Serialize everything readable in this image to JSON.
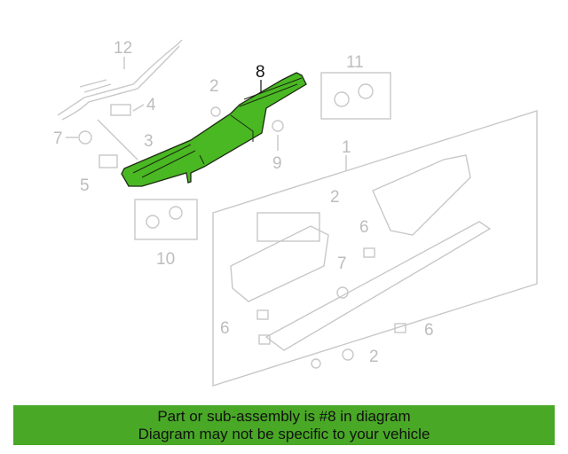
{
  "diagram": {
    "callouts": {
      "c1": "1",
      "c2a": "2",
      "c2b": "2",
      "c2c": "2",
      "c3": "3",
      "c4": "4",
      "c5": "5",
      "c6a": "6",
      "c6b": "6",
      "c6c": "6",
      "c7a": "7",
      "c7b": "7",
      "c8": "8",
      "c9": "9",
      "c10": "10",
      "c11": "11",
      "c12": "12"
    },
    "highlight_color": "#49b823"
  },
  "banner": {
    "line1": "Part or sub-assembly is #8 in diagram",
    "line2": "Diagram may not be specific to your vehicle",
    "color": "#49a826"
  }
}
